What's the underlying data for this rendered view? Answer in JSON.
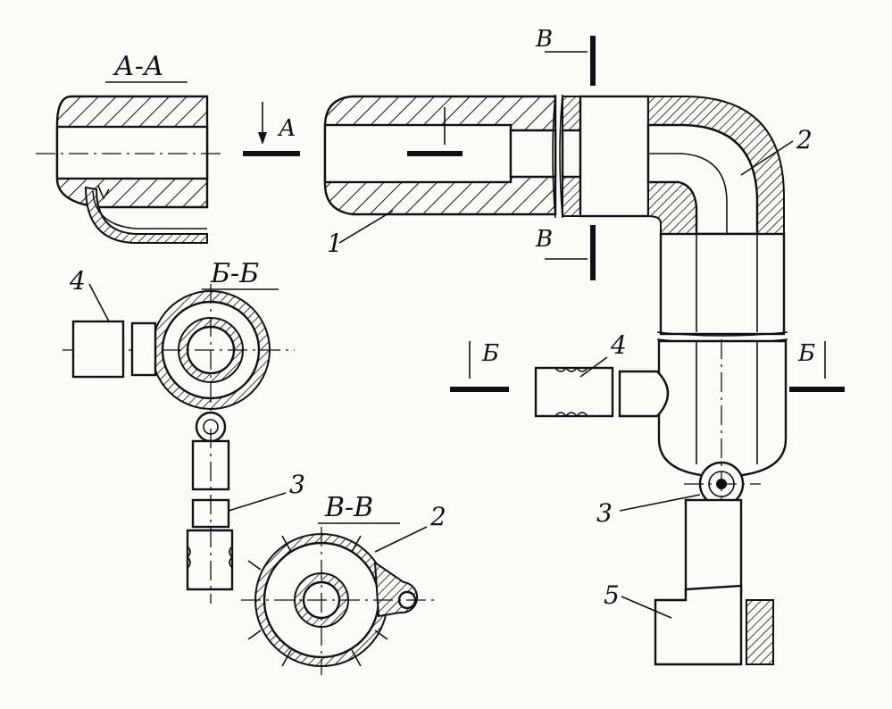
{
  "sections": {
    "aa": "А-А",
    "bb": "Б-Б",
    "vv": "В-В"
  },
  "cut_letters": {
    "a": "А",
    "b": "Б",
    "v": "В"
  },
  "callouts": {
    "p1": "1",
    "p2": "2",
    "p3": "3",
    "p4": "4",
    "p5": "5"
  }
}
